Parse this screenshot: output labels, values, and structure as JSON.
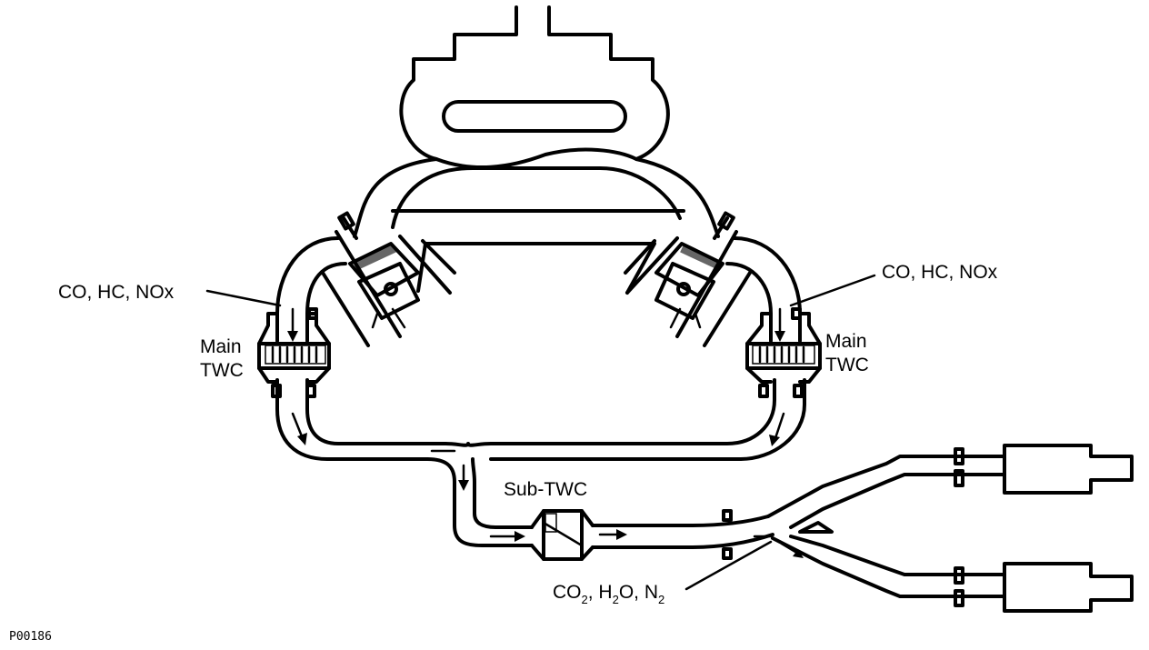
{
  "labels": {
    "left_gas": "CO, HC, NOx",
    "right_gas": "CO, HC, NOx",
    "left_main": "Main",
    "left_twc": "TWC",
    "right_main": "Main",
    "right_twc": "TWC",
    "sub_twc": "Sub-TWC",
    "outlet_co": "CO",
    "outlet_h2o_h": ", H",
    "outlet_h2o_o": "O, N",
    "sub2": "2",
    "figure_code": "P00186"
  },
  "colors": {
    "line": "#000000",
    "background": "#ffffff"
  }
}
